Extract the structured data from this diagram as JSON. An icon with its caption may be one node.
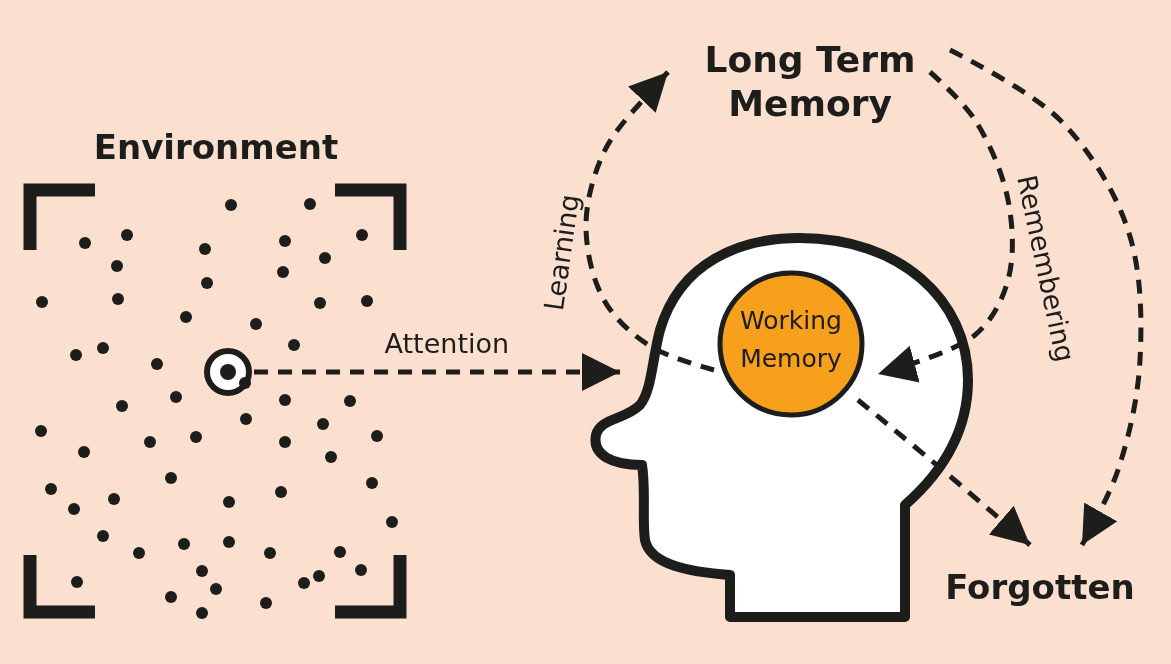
{
  "diagram": {
    "nodes": [
      {
        "text": [
          "Environment"
        ]
      },
      {
        "text": [],
        "shape": "circle",
        "in": 0
      },
      {
        "text": [],
        "shape": "person"
      },
      {
        "text": [
          "Working Memory"
        ],
        "in": 2
      },
      {
        "text": [
          "Long Term Memory"
        ]
      },
      {
        "text": [
          "Forgotten"
        ]
      }
    ],
    "edges": [
      {
        "from": 1,
        "to": 2,
        "arrow": "to",
        "label": "Attention",
        "style": "dashed"
      },
      {
        "from": 3,
        "to": 4,
        "arrow": "to",
        "label": "Learning",
        "style": "dashed"
      },
      {
        "from": 4,
        "to": 3,
        "arrow": "to",
        "label": "Remembering",
        "style": "dashed"
      },
      {
        "from": 3,
        "to": 5,
        "arrow": "to",
        "style": "dashed"
      },
      {
        "from": 4,
        "to": 5,
        "arrow": "to",
        "style": "dashed"
      }
    ]
  }
}
